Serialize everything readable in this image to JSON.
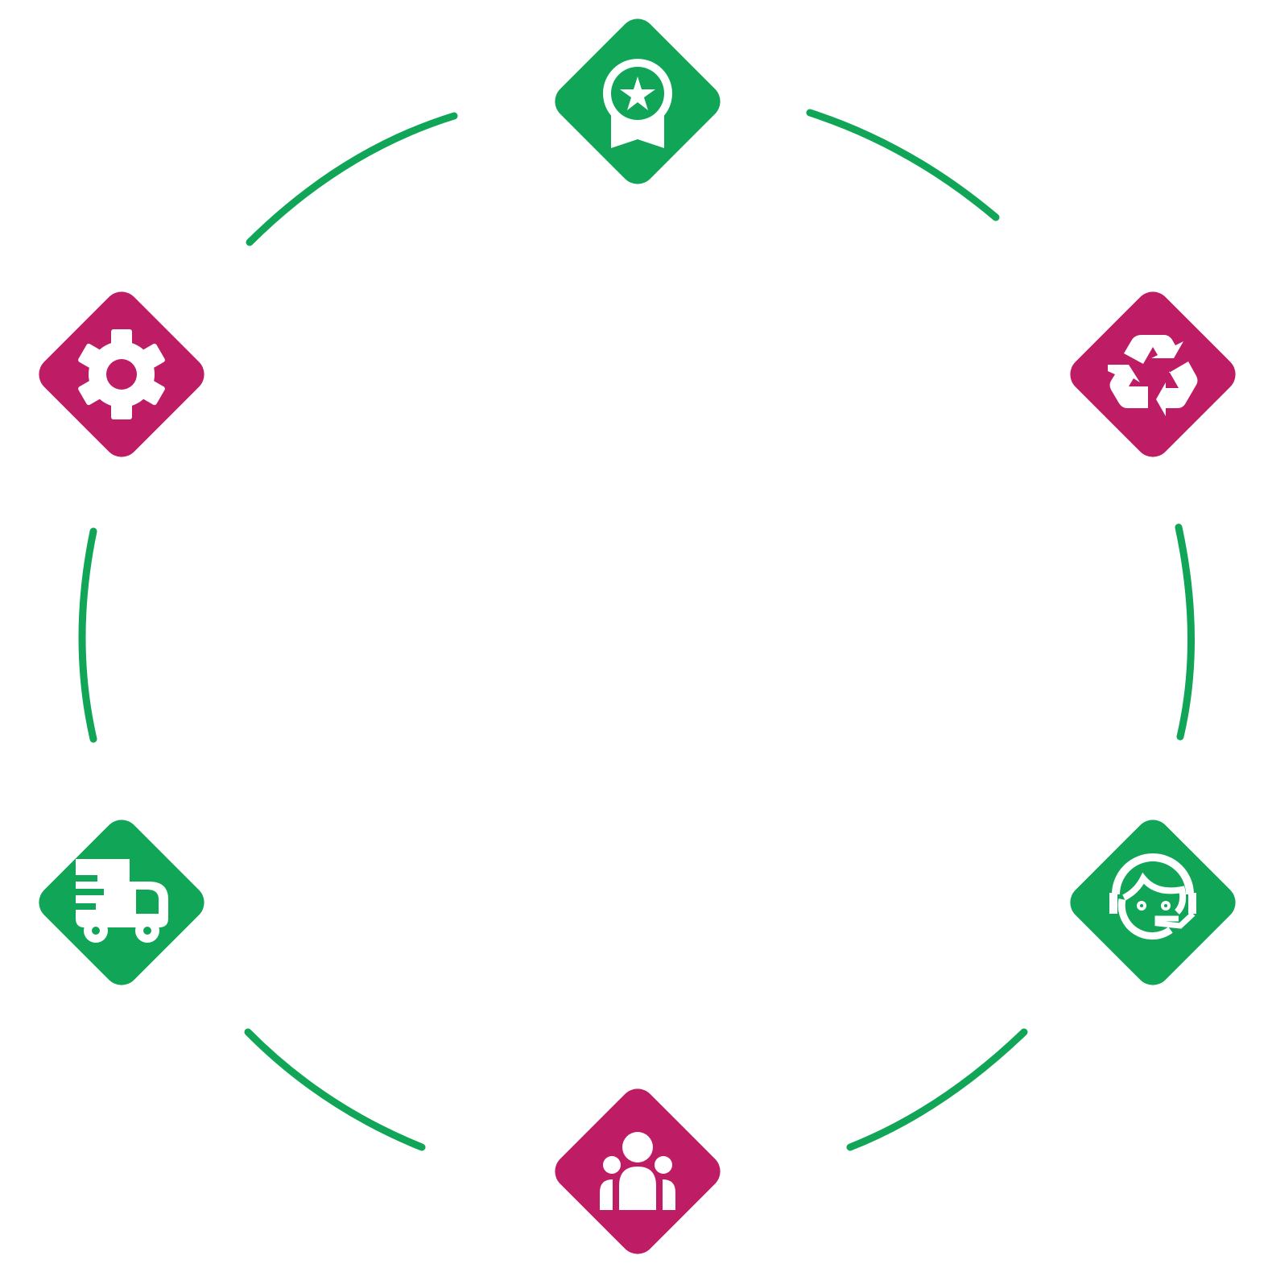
{
  "colors": {
    "green": "#10A557",
    "magenta": "#BE1D65",
    "icon": "#ffffff",
    "background": "#ffffff"
  },
  "diagram": {
    "type": "cycle",
    "connector_color": "#10A557",
    "nodes": [
      {
        "id": "top",
        "icon": "award-ribbon-icon",
        "color": "green"
      },
      {
        "id": "upper-right",
        "icon": "recycle-icon",
        "color": "magenta"
      },
      {
        "id": "lower-right",
        "icon": "customer-support-headset-icon",
        "color": "green"
      },
      {
        "id": "bottom",
        "icon": "team-people-icon",
        "color": "magenta"
      },
      {
        "id": "lower-left",
        "icon": "delivery-truck-icon",
        "color": "green"
      },
      {
        "id": "upper-left",
        "icon": "gear-icon",
        "color": "magenta"
      }
    ]
  }
}
